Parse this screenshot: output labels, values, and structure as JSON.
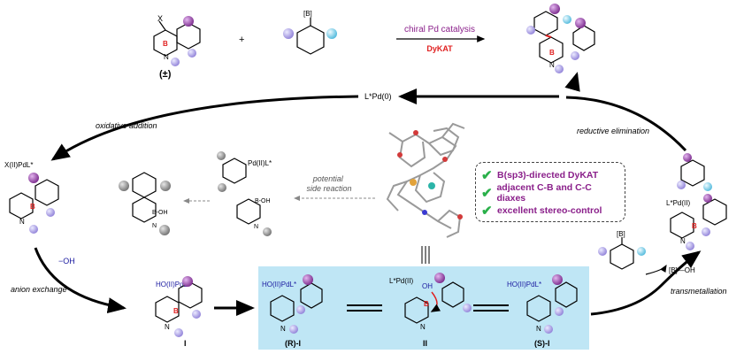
{
  "reaction": {
    "catalysis_label": "chiral Pd catalysis",
    "dykat_label": "DyKAT",
    "racemic_label": "(±)",
    "x_label": "X",
    "boron_reagent_label": "[B]"
  },
  "catalyst": {
    "pd0_label": "L*Pd(0)"
  },
  "steps": {
    "oxidative_addition": "oxidative addition",
    "reductive_elimination": "reductive elimination",
    "anion_exchange": "anion exchange",
    "transmetallation": "transmetallation",
    "potential_side_reaction": [
      "potential",
      "side reaction"
    ],
    "hydroxide": "−OH",
    "boron_byproduct": "[B]—OH"
  },
  "intermediates": {
    "xpd": "X(II)PdL*",
    "hopd": "HO(II)PdL*",
    "lpd_ii": "L*Pd(II)",
    "side_pd": "Pd(II)L*",
    "label_I": "I",
    "label_R": "(R)-I",
    "label_II": "II",
    "label_S": "(S)-I"
  },
  "features": [
    "B(sp3)-directed DyKAT",
    "adjacent C-B and C-C diaxes",
    "excellent stereo-control"
  ],
  "colors": {
    "purple_ball": "#8e3a9e",
    "lavender_ball": "#b3a4e8",
    "cyan_ball": "#7fd6ee",
    "boron_red": "#e02020",
    "label_purple": "#8a1f8a",
    "highlight_box": "#bfe6f5",
    "check_green": "#2ab04a",
    "gray_ball": "#8a8a8a"
  }
}
